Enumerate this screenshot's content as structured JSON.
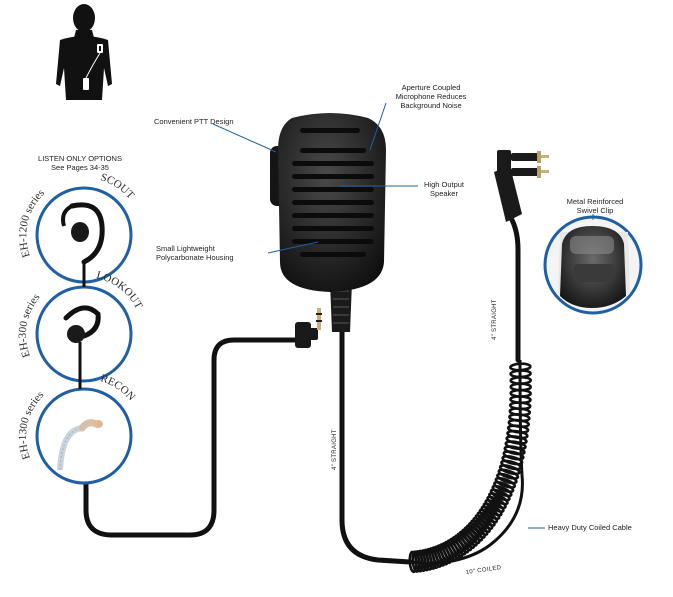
{
  "labels": {
    "listen_only_line1": "LISTEN ONLY OPTIONS",
    "listen_only_line2": "See Pages 34-35",
    "ptt": "Convenient PTT Design",
    "aperture_line1": "Aperture Coupled",
    "aperture_line2": "Microphone Reduces",
    "aperture_line3": "Background Noise",
    "speaker_line1": "High Output",
    "speaker_line2": "Speaker",
    "housing_line1": "Small Lightweight",
    "housing_line2": "Polycarbonate Housing",
    "clip_line1": "Metal Reinforced",
    "clip_line2": "Swivel Clip",
    "coiled_cable": "Heavy Duty Coiled Cable",
    "straight_right": "4\" STRAIGHT",
    "straight_center": "4\" STRAIGHT",
    "coiled_bottom": "10\" COILED"
  },
  "options": [
    {
      "series": "EH-1200 series",
      "model": "SCOUT"
    },
    {
      "series": "EH-300 series",
      "model": "LOOKOUT"
    },
    {
      "series": "EH-1300 series",
      "model": "RECON"
    }
  ],
  "colors": {
    "accent": "#1f5fa6",
    "product": "#1c1c1c",
    "cable": "#111111"
  }
}
